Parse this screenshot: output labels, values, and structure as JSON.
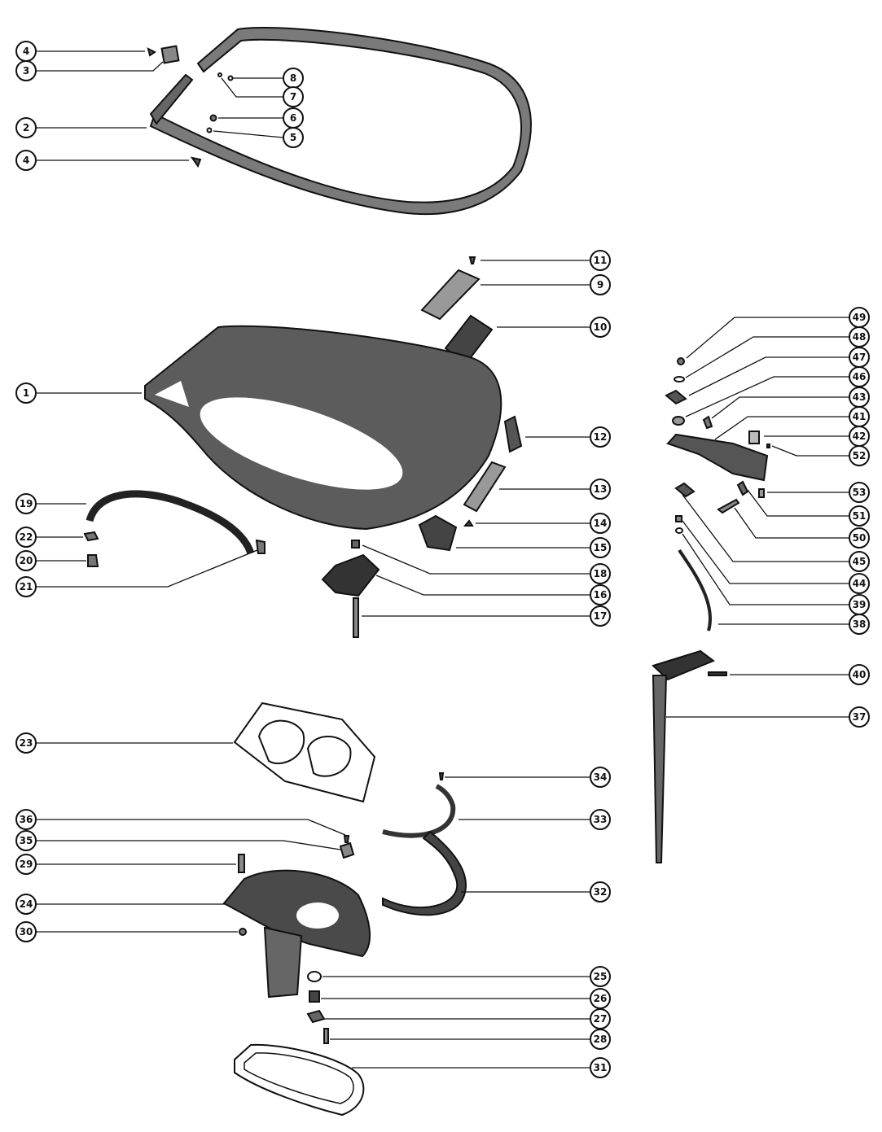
{
  "callouts": [
    {
      "label": "4"
    },
    {
      "label": "3"
    },
    {
      "label": "2"
    },
    {
      "label": "4"
    },
    {
      "label": "8"
    },
    {
      "label": "7"
    },
    {
      "label": "6"
    },
    {
      "label": "5"
    },
    {
      "label": "11"
    },
    {
      "label": "9"
    },
    {
      "label": "10"
    },
    {
      "label": "1"
    },
    {
      "label": "12"
    },
    {
      "label": "13"
    },
    {
      "label": "14"
    },
    {
      "label": "15"
    },
    {
      "label": "19"
    },
    {
      "label": "22"
    },
    {
      "label": "20"
    },
    {
      "label": "21"
    },
    {
      "label": "18"
    },
    {
      "label": "16"
    },
    {
      "label": "17"
    },
    {
      "label": "49"
    },
    {
      "label": "48"
    },
    {
      "label": "47"
    },
    {
      "label": "46"
    },
    {
      "label": "43"
    },
    {
      "label": "41"
    },
    {
      "label": "42"
    },
    {
      "label": "52"
    },
    {
      "label": "53"
    },
    {
      "label": "51"
    },
    {
      "label": "50"
    },
    {
      "label": "45"
    },
    {
      "label": "44"
    },
    {
      "label": "39"
    },
    {
      "label": "38"
    },
    {
      "label": "40"
    },
    {
      "label": "37"
    },
    {
      "label": "23"
    },
    {
      "label": "34"
    },
    {
      "label": "33"
    },
    {
      "label": "36"
    },
    {
      "label": "35"
    },
    {
      "label": "29"
    },
    {
      "label": "32"
    },
    {
      "label": "24"
    },
    {
      "label": "30"
    },
    {
      "label": "25"
    },
    {
      "label": "26"
    },
    {
      "label": "27"
    },
    {
      "label": "28"
    },
    {
      "label": "31"
    }
  ]
}
